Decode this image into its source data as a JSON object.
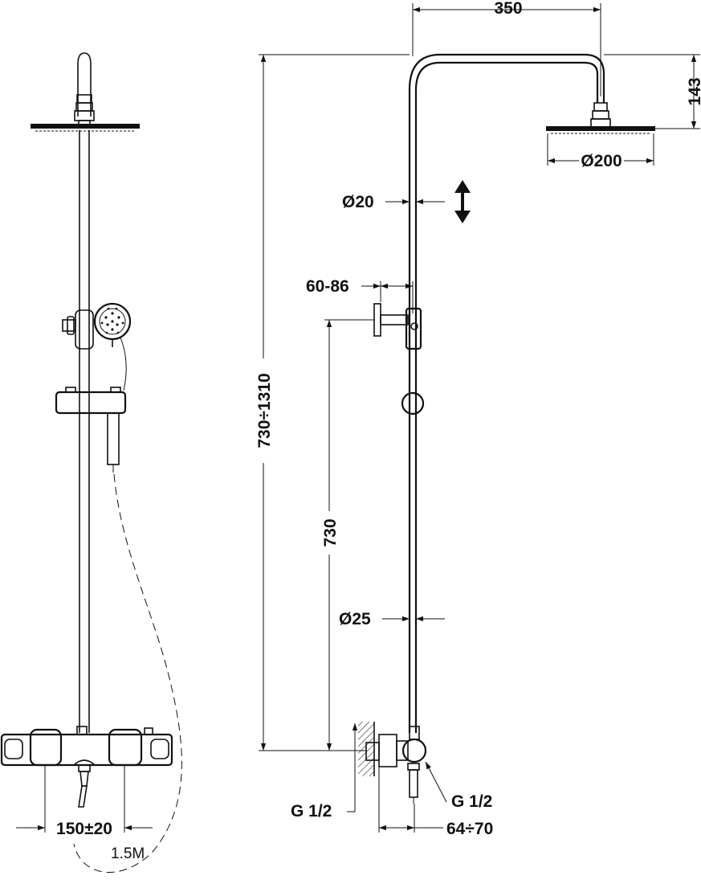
{
  "dimensions": {
    "top_width": "350",
    "head_drop": "143",
    "head_diameter": "Ø200",
    "pipe_upper_diameter": "Ø20",
    "slider_offset": "60-86",
    "total_height": "730÷1310",
    "lower_height": "730",
    "pipe_lower_diameter": "Ø25",
    "inlet_left": "G 1/2",
    "inlet_right": "G 1/2",
    "wall_offset": "64÷70",
    "inlet_spacing": "150±20",
    "hose_length": "1.5M"
  }
}
